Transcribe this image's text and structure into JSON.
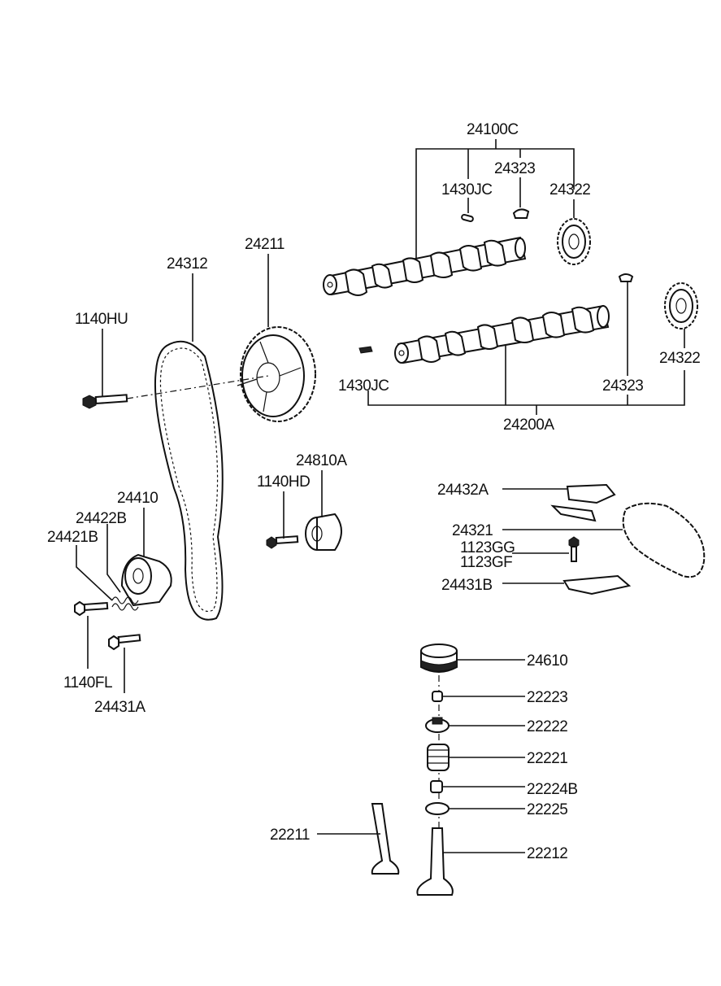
{
  "labels": {
    "p24100C": "24100C",
    "p24323_top": "24323",
    "p1430JC_top": "1430JC",
    "p24322_top": "24322",
    "p24211": "24211",
    "p24312": "24312",
    "p1140HU": "1140HU",
    "p1430JC_bottom": "1430JC",
    "p24323_bottom": "24323",
    "p24322_bottom": "24322",
    "p24200A": "24200A",
    "p24810A": "24810A",
    "p1140HD": "1140HD",
    "p24410": "24410",
    "p24422B": "24422B",
    "p24421B": "24421B",
    "p1140FL": "1140FL",
    "p24431A": "24431A",
    "p24432A": "24432A",
    "p24321": "24321",
    "p1123GG": "1123GG",
    "p1123GF": "1123GF",
    "p24431B": "24431B",
    "p24610": "24610",
    "p22223": "22223",
    "p22222": "22222",
    "p22221": "22221",
    "p22224B": "22224B",
    "p22225": "22225",
    "p22211": "22211",
    "p22212": "22212"
  }
}
